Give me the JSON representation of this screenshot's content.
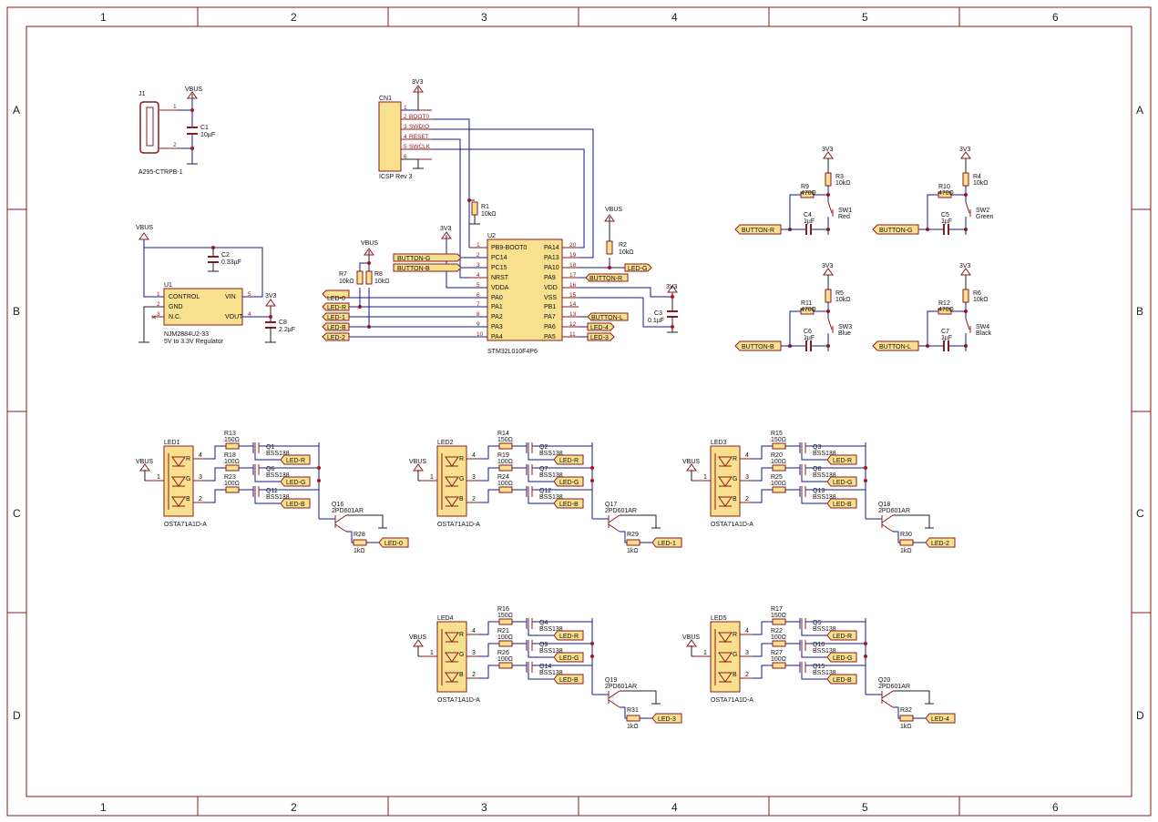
{
  "frame": {
    "cols": [
      "1",
      "2",
      "3",
      "4",
      "5",
      "6"
    ],
    "rows": [
      "A",
      "B",
      "C",
      "D"
    ]
  },
  "rails": {
    "vbus": "VBUS",
    "v33": "3V3"
  },
  "connector": {
    "ref": "J1",
    "part": "A295-CTRPB-1",
    "pins": [
      "1",
      "2"
    ]
  },
  "c1": {
    "ref": "C1",
    "value": "10µF"
  },
  "icsp": {
    "ref": "CN1",
    "part": "ICSP Rev 3",
    "pins": [
      {
        "num": "1",
        "name": ""
      },
      {
        "num": "2",
        "name": "BOOT0"
      },
      {
        "num": "3",
        "name": "SWDIO"
      },
      {
        "num": "4",
        "name": "RESET"
      },
      {
        "num": "5",
        "name": "SWCLK"
      },
      {
        "num": "6",
        "name": ""
      }
    ]
  },
  "r1": {
    "ref": "R1",
    "value": "10kΩ"
  },
  "mcu": {
    "ref": "U2",
    "part": "STM32L010F4P6",
    "left": [
      {
        "num": "1",
        "name": "PB9-BOOT0"
      },
      {
        "num": "2",
        "name": "PC14"
      },
      {
        "num": "3",
        "name": "PC15"
      },
      {
        "num": "4",
        "name": "NRST"
      },
      {
        "num": "5",
        "name": "VDDA"
      },
      {
        "num": "6",
        "name": "PA0"
      },
      {
        "num": "7",
        "name": "PA1"
      },
      {
        "num": "8",
        "name": "PA2"
      },
      {
        "num": "9",
        "name": "PA3"
      },
      {
        "num": "10",
        "name": "PA4"
      }
    ],
    "right": [
      {
        "num": "20",
        "name": "PA14"
      },
      {
        "num": "19",
        "name": "PA13"
      },
      {
        "num": "18",
        "name": "PA10"
      },
      {
        "num": "17",
        "name": "PA9"
      },
      {
        "num": "16",
        "name": "VDD"
      },
      {
        "num": "15",
        "name": "VSS"
      },
      {
        "num": "14",
        "name": "PB1"
      },
      {
        "num": "13",
        "name": "PA7"
      },
      {
        "num": "12",
        "name": "PA6"
      },
      {
        "num": "11",
        "name": "PA5"
      }
    ]
  },
  "nets": {
    "button_g": "BUTTON-G",
    "button_b": "BUTTON-B",
    "button_r": "BUTTON-R",
    "button_l": "BUTTON-L",
    "led_g": "LED-G",
    "led_r": "LED-R",
    "led_b": "LED-B",
    "led_0": "LED-0",
    "led_1": "LED-1",
    "led_2": "LED-2",
    "led_3": "LED-3",
    "led_4": "LED-4"
  },
  "r2": {
    "ref": "R2",
    "value": "10kΩ"
  },
  "r7": {
    "ref": "R7",
    "value": "10kΩ"
  },
  "r8": {
    "ref": "R8",
    "value": "10kΩ"
  },
  "c3": {
    "ref": "C3",
    "value": "0.1µF"
  },
  "c2": {
    "ref": "C2",
    "value": "0.33µF"
  },
  "c8": {
    "ref": "C8",
    "value": "2.2µF"
  },
  "reg": {
    "ref": "U1",
    "part": "NJM2884U2-33",
    "desc": "5V to 3.3V Regulator",
    "pins": [
      {
        "num": "1",
        "name": "CONTROL"
      },
      {
        "num": "2",
        "name": "GND"
      },
      {
        "num": "3",
        "name": "N.C."
      },
      {
        "num": "5",
        "name": "VIN"
      },
      {
        "num": "4",
        "name": "VOUT"
      }
    ]
  },
  "buttons": [
    {
      "sw": "SW1",
      "color": "Red",
      "r_pull": "R3",
      "r_ser": "R9",
      "cap": "C4",
      "net": "BUTTON-R"
    },
    {
      "sw": "SW2",
      "color": "Green",
      "r_pull": "R4",
      "r_ser": "R10",
      "cap": "C5",
      "net": "BUTTON-G"
    },
    {
      "sw": "SW3",
      "color": "Blue",
      "r_pull": "R5",
      "r_ser": "R11",
      "cap": "C6",
      "net": "BUTTON-B"
    },
    {
      "sw": "SW4",
      "color": "Black",
      "r_pull": "R6",
      "r_ser": "R12",
      "cap": "C7",
      "net": "BUTTON-L"
    }
  ],
  "button_values": {
    "pull": "10kΩ",
    "ser": "470Ω",
    "cap": "1µF"
  },
  "led_blocks": [
    {
      "led": "LED1",
      "r": [
        "R13",
        "R18",
        "R23"
      ],
      "q": [
        "Q1",
        "Q6",
        "Q11"
      ],
      "qsel": "Q16",
      "rb": "R28",
      "net": "LED-0"
    },
    {
      "led": "LED2",
      "r": [
        "R14",
        "R19",
        "R24"
      ],
      "q": [
        "Q2",
        "Q7",
        "Q12"
      ],
      "qsel": "Q17",
      "rb": "R29",
      "net": "LED-1"
    },
    {
      "led": "LED3",
      "r": [
        "R15",
        "R20",
        "R25"
      ],
      "q": [
        "Q3",
        "Q8",
        "Q13"
      ],
      "qsel": "Q18",
      "rb": "R30",
      "net": "LED-2"
    },
    {
      "led": "LED4",
      "r": [
        "R16",
        "R21",
        "R26"
      ],
      "q": [
        "Q4",
        "Q9",
        "Q14"
      ],
      "qsel": "Q19",
      "rb": "R31",
      "net": "LED-3"
    },
    {
      "led": "LED5",
      "r": [
        "R17",
        "R22",
        "R27"
      ],
      "q": [
        "Q5",
        "Q10",
        "Q15"
      ],
      "qsel": "Q20",
      "rb": "R32",
      "net": "LED-4"
    }
  ],
  "led_values": {
    "part": "OSTA71A1D-A",
    "rgb": [
      "R",
      "G",
      "B"
    ],
    "pins": [
      "4",
      "3",
      "2",
      "1"
    ],
    "rvals": [
      "150Ω",
      "100Ω",
      "100Ω"
    ],
    "mosfet": "BSS138",
    "pnp": "2PD601AR",
    "rb": "1kΩ",
    "drive_nets": [
      "LED-R",
      "LED-G",
      "LED-B"
    ]
  },
  "colors": {
    "frame": "#8b1a1a",
    "wire": "#1a1a8a",
    "body": "#f8e08e",
    "junction": "#b0101a"
  }
}
